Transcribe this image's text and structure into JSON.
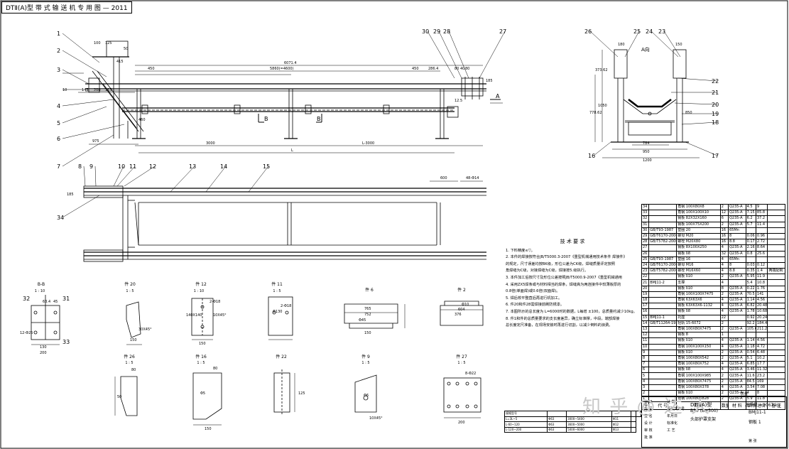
{
  "drawing": {
    "title": "DTⅡ(A)型 带 式 输 送 机 专 用 图 — 2011",
    "main_view": {
      "dims": [
        "6071.4",
        "5860(=4600)",
        "450",
        "450",
        "286.4",
        "40",
        "185",
        "80",
        "12.5",
        "80",
        "10",
        "145",
        "200",
        "115",
        "125",
        "100",
        "50",
        "415",
        "460",
        "975",
        "3000",
        "L-3000",
        "L"
      ],
      "section_marks": [
        "B",
        "B",
        "A"
      ],
      "balloons": [
        "1",
        "2",
        "3",
        "4",
        "5",
        "6",
        "7",
        "30",
        "29",
        "28",
        "27"
      ]
    },
    "plan_view": {
      "dims": [
        "600",
        "48-Φ14",
        "185"
      ],
      "balloons": [
        "8",
        "9",
        "10",
        "11",
        "12",
        "13",
        "14",
        "15",
        "34"
      ]
    },
    "side_view": {
      "label": "A向",
      "dims": [
        "180",
        "150",
        "373.62",
        "778.62",
        "1050",
        "950",
        "784",
        "1200",
        "850"
      ],
      "balloons": [
        "26",
        "25",
        "24",
        "23",
        "22",
        "21",
        "20",
        "19",
        "18",
        "16",
        "17"
      ]
    },
    "details": [
      {
        "title": "B-B",
        "scale": "1 : 10",
        "dims": [
          "12-Φ25",
          "130",
          "200",
          "63.4",
          "45"
        ],
        "balloons": [
          "32",
          "31",
          "33"
        ]
      },
      {
        "title": "件 20",
        "scale": "1 : 5",
        "dims": [
          "30X45°",
          "150"
        ]
      },
      {
        "title": "件 12",
        "scale": "1 : 10",
        "dims": [
          "2-Φ18",
          "10X45°",
          "150",
          "140X140"
        ]
      },
      {
        "title": "件 11",
        "scale": "1 : 5",
        "dims": [
          "Φ130",
          "2-Φ18"
        ]
      },
      {
        "title": "件 6",
        "scale": "",
        "dims": [
          "765",
          "752",
          "150",
          "Φ45"
        ]
      },
      {
        "title": "件 2",
        "scale": "",
        "dims": [
          "604",
          "376",
          "Φ10"
        ]
      },
      {
        "title": "件 26",
        "scale": "1 : 5",
        "dims": [
          "80",
          "50"
        ]
      },
      {
        "title": "件 16",
        "scale": "1 : 5",
        "dims": [
          "Φ5",
          "150",
          "80"
        ]
      },
      {
        "title": "件 22",
        "scale": "",
        "dims": [
          "125"
        ]
      },
      {
        "title": "件 9",
        "scale": "1 : 5",
        "dims": [
          "10X45°",
          "Φ6"
        ]
      },
      {
        "title": "件 27",
        "scale": "1 : 5",
        "dims": [
          "8-Φ22",
          "200"
        ]
      }
    ],
    "tech_requirements": {
      "heading": "技 术 要 求",
      "lines": [
        "1. 下料精度≤▽。",
        "2. 本件的焊接按符合JB/T5000.3-2007《重型机械通用技术条件 焊接件》",
        "   的规定，尺寸误差均按BK级，形位公差为CK级，焊缝质量评定按照",
        "   角焊缝为C级，对接焊缝为C级，焊接按5.级执行。",
        "3. 本件加工后按尺寸及形位公差按照JB/T5000.9-2007《重型机械通用",
        "4. 采用ZX5焊条或与材料相当的焊条，焊缝高为两连接件中较薄板厚的",
        "   0.8倍(单面焊)或0.6倍(双面焊)。",
        "5. 焊后校平整直后再进行机加工。",
        "6. 件20和件28需焊接前刷防锈漆。",
        "7. 本图所示的总长度为 L=6000时的数据，L每增 ±100，总质量约减少10kg。",
        "8. 件1和件的总质量要求的支长度差异，确立标准撑，中段，端部焊接",
        "   总长度定尺准备，在现场安装时再进行切割，以减少倒料的浪费。"
      ]
    },
    "bom": {
      "header": [
        "序",
        "代  号",
        "名   称",
        "数量",
        "材  料",
        "单件",
        "总计",
        "备 注"
      ],
      "header_sub": "质量",
      "rows": [
        [
          "34",
          "",
          "角钢 100X80X8",
          "2",
          "Q235-A",
          "4.5",
          "9",
          ""
        ],
        [
          "33",
          "",
          "角钢 100X100X10",
          "12",
          "Q235-A",
          "7.15",
          "85.8",
          ""
        ],
        [
          "32",
          "",
          "钢板 82X32X160",
          "6",
          "Q235-A",
          "6.2",
          "37.2",
          ""
        ],
        [
          "31",
          "",
          "钢板 100X75X200",
          "2",
          "Q235-A",
          "5.7",
          "11.4",
          ""
        ],
        [
          "30",
          "GB/T93-1987",
          "垫圈 20",
          "16",
          "65Mn",
          "",
          "",
          ""
        ],
        [
          "29",
          "GB/T6170-2000",
          "螺母 M20",
          "16",
          "8",
          "0.06",
          "0.96",
          ""
        ],
        [
          "28",
          "GB/T5782-2000",
          "螺栓 M20X80",
          "16",
          "8.8",
          "0.17",
          "2.72",
          ""
        ],
        [
          "27",
          "",
          "钢板 8X100X250",
          "4",
          "Q235-A",
          "2.16",
          "8.64",
          ""
        ],
        [
          "26",
          "",
          "钢板 δ8",
          "32",
          "Q235-A",
          "0.8",
          "25.6",
          ""
        ],
        [
          "25",
          "GB/T93-1987",
          "垫圈 16",
          "4",
          "65Mn",
          "",
          "",
          ""
        ],
        [
          "24",
          "GB/T6170-2000",
          "螺母 M16",
          "4",
          "8",
          "0.03",
          "0.12",
          ""
        ],
        [
          "23",
          "GB/T5782-2000",
          "螺栓 M16X60",
          "4",
          "8.8",
          "0.35",
          "1.4",
          "两端配制"
        ],
        [
          "22",
          "",
          "钢板 δ10",
          "2",
          "Q235-A",
          "5.95",
          "11.9",
          ""
        ],
        [
          "21",
          "BMJ11-2",
          "支撑",
          "4",
          "",
          "5.4",
          "10.8",
          ""
        ],
        [
          "20",
          "",
          "钢板 δ10",
          "8",
          "Q235-A",
          "0.22",
          "1.76",
          ""
        ],
        [
          "19",
          "",
          "角钢 100X100X7475",
          "2",
          "Q235-A",
          "70.5",
          "141",
          ""
        ],
        [
          "18",
          "",
          "角钢 63X63X6",
          "4",
          "Q235-A",
          "1.14",
          "4.56",
          ""
        ],
        [
          "17",
          "",
          "钢板 63X63X6-1132",
          "4",
          "Q235-A",
          "6.82",
          "20.48",
          ""
        ],
        [
          "16",
          "",
          "钢板 δ8",
          "4",
          "Q235-A",
          "1.78",
          "10.68",
          ""
        ],
        [
          "15",
          "BMJ11-1",
          "托座",
          "22",
          "",
          "0.92",
          "20.24",
          ""
        ],
        [
          "14",
          "GB/T11264-1989",
          "轻轨 15-6072",
          "2",
          "",
          "92.2",
          "184.4",
          ""
        ],
        [
          "13",
          "",
          "角钢 100X80X7475",
          "2",
          "Q235-A",
          "105.6",
          "211.2",
          ""
        ],
        [
          "12",
          "",
          "钢板 8",
          "1",
          "",
          "",
          "",
          ""
        ],
        [
          "11",
          "",
          "钢板 δ10",
          "4",
          "Q235-A",
          "1.14",
          "4.56",
          ""
        ],
        [
          "10",
          "",
          "角钢 100X100X150",
          "4",
          "Q235-A",
          "1.18",
          "4.72",
          ""
        ],
        [
          "9",
          "",
          "钢板 δ10",
          "2",
          "Q235-A",
          "0.54",
          "6.48",
          ""
        ],
        [
          "8",
          "",
          "角钢 100X80X542",
          "2",
          "Q235-A",
          "5.1",
          "10.2",
          ""
        ],
        [
          "7",
          "",
          "角钢 100X80X752",
          "4",
          "Q235-A",
          "6.85",
          "17.7",
          ""
        ],
        [
          "6",
          "",
          "钢板 δ8",
          "4",
          "Q235-A",
          "3.46",
          "11.32",
          ""
        ],
        [
          "5",
          "",
          "角钢 100X100X985",
          "2",
          "Q235-A",
          "11.6",
          "23.2",
          ""
        ],
        [
          "4",
          "",
          "角钢 100X80X7475",
          "2",
          "Q235-A",
          "84.5",
          "169",
          ""
        ],
        [
          "3",
          "",
          "角钢 100X80X378",
          "4",
          "Q235-A",
          "3.54",
          "7.08",
          ""
        ],
        [
          "2",
          "",
          "钢板 δ10",
          "2",
          "Q235-A",
          "4",
          "8",
          ""
        ],
        [
          "1",
          "",
          "角钢 100X80X828",
          "2",
          "Q235-A",
          "5.9",
          "11.8",
          ""
        ]
      ]
    },
    "title_block": {
      "drawing_name": "DTⅡ(A)型",
      "sub_name": "头部护罩支架",
      "weight": "总质量 ≈1067 kg",
      "spec": "B50 (B=500)",
      "code": "BMJ11-1",
      "part": "钢板 1",
      "label_sheet": "第 张",
      "labels": [
        "标 记",
        "处 数",
        "分 区",
        "更改文件号",
        "签 名",
        "年月日",
        "设 计",
        "标准化",
        "审 核",
        "工 艺",
        "批 准"
      ]
    },
    "revision_table": {
      "rows": [
        [
          "规格型号",
          "",
          "",
          "",
          "",
          ""
        ],
        [
          "L=3L~5",
          "Φ63",
          "3000~5400",
          "Φ11",
          ""
        ],
        [
          "L-60~120",
          "Φ63",
          "3600~5000",
          "Φ12",
          ""
        ],
        [
          "L-120~200",
          "Φ63",
          "5000~6000",
          "Φ13",
          ""
        ]
      ]
    },
    "watermark": "知 乎 @ 达 人"
  }
}
